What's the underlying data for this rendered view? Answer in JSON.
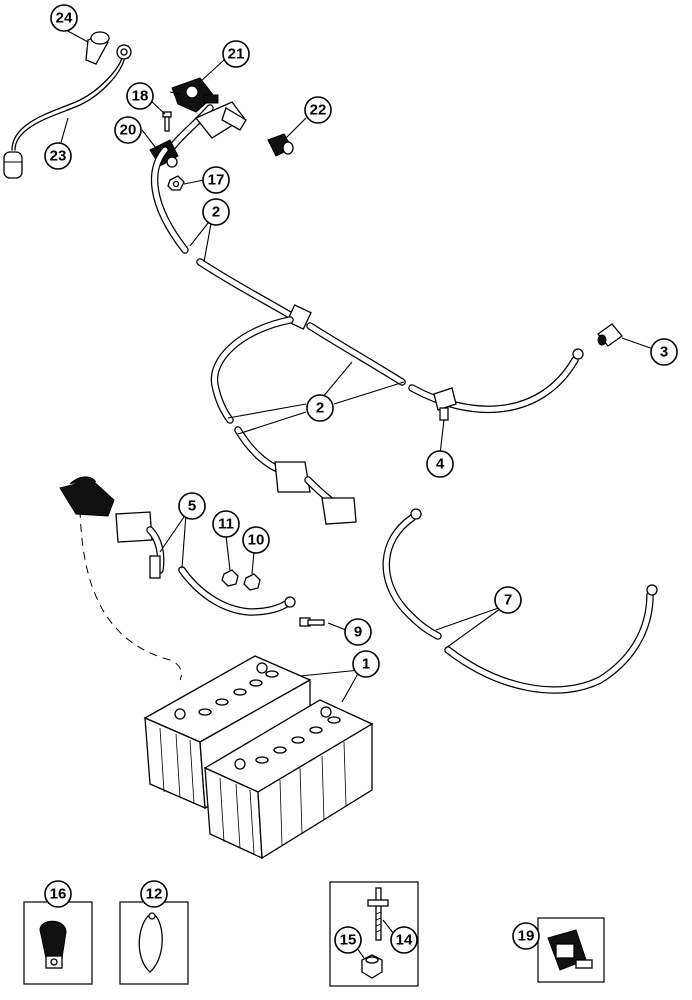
{
  "callouts": {
    "c1": "1",
    "c2a": "2",
    "c2b": "2",
    "c3": "3",
    "c4": "4",
    "c5": "5",
    "c7": "7",
    "c9": "9",
    "c10": "10",
    "c11": "11",
    "c12": "12",
    "c14": "14",
    "c15": "15",
    "c16": "16",
    "c17": "17",
    "c18": "18",
    "c19": "19",
    "c20": "20",
    "c21": "21",
    "c22": "22",
    "c23": "23",
    "c24": "24"
  }
}
